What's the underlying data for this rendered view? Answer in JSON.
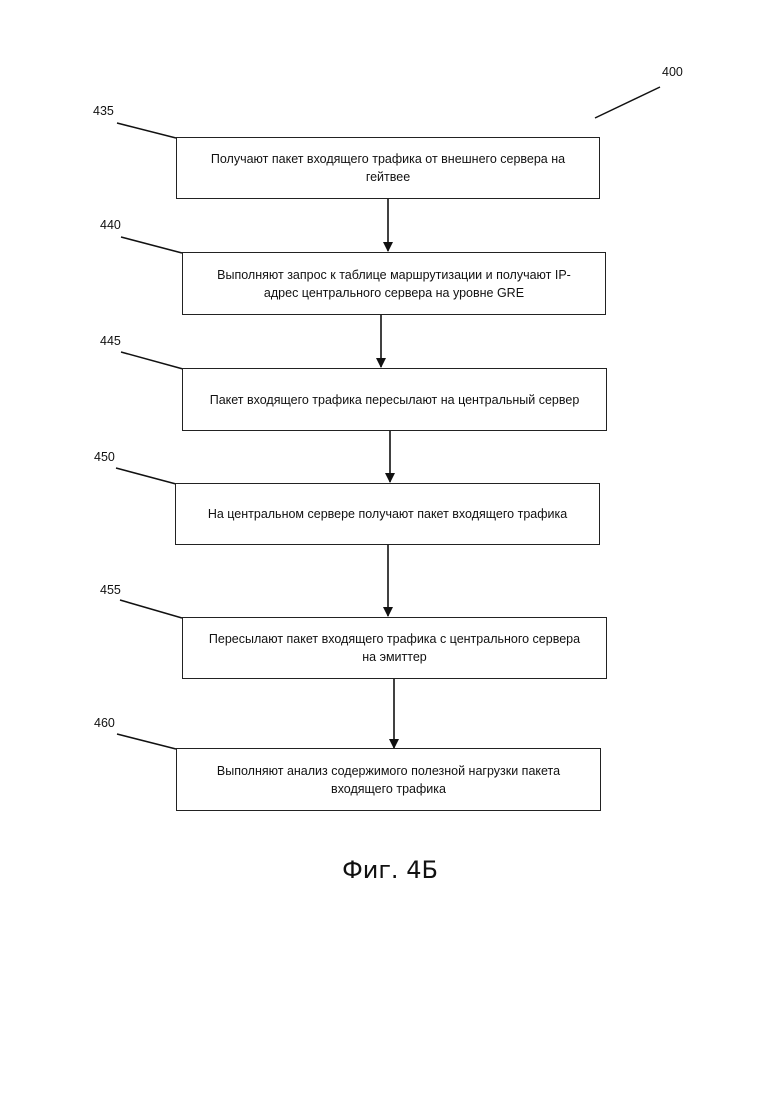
{
  "figure": {
    "ref": "400",
    "caption": "Фиг. 4Б",
    "steps": [
      {
        "ref": "435",
        "text": "Получают пакет входящего трафика от внешнего сервера на гейтвее"
      },
      {
        "ref": "440",
        "text": "Выполняют запрос к таблице маршрутизации и получают IP-адрес центрального сервера на уровне GRE"
      },
      {
        "ref": "445",
        "text": "Пакет входящего трафика пересылают на центральный сервер"
      },
      {
        "ref": "450",
        "text": "На центральном сервере получают пакет входящего трафика"
      },
      {
        "ref": "455",
        "text": "Пересылают пакет входящего трафика с центрального сервера на эмиттер"
      },
      {
        "ref": "460",
        "text": "Выполняют анализ содержимого полезной нагрузки пакета входящего трафика"
      }
    ]
  }
}
